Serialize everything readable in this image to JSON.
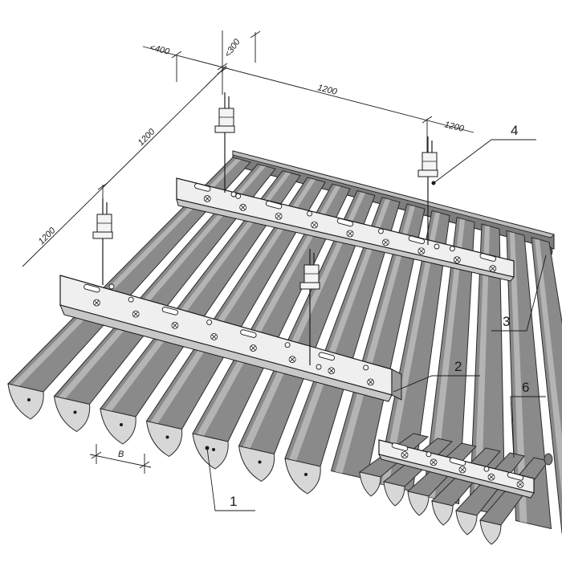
{
  "dimensions": {
    "d_lt400": "<400",
    "d_lt300": "<300",
    "d_1200_top": "1200",
    "d_1200_right": "1200",
    "d_1200_diag_upper": "1200",
    "d_1200_diag_lower": "1200",
    "d_b": "B"
  },
  "callouts": {
    "c1": "1",
    "c2": "2",
    "c3": "3",
    "c4": "4",
    "c6": "6"
  },
  "icons": {
    "carrier": "carrier-rail-icon",
    "hanger": "suspension-hanger-icon",
    "slat": "cell-slat-icon"
  }
}
